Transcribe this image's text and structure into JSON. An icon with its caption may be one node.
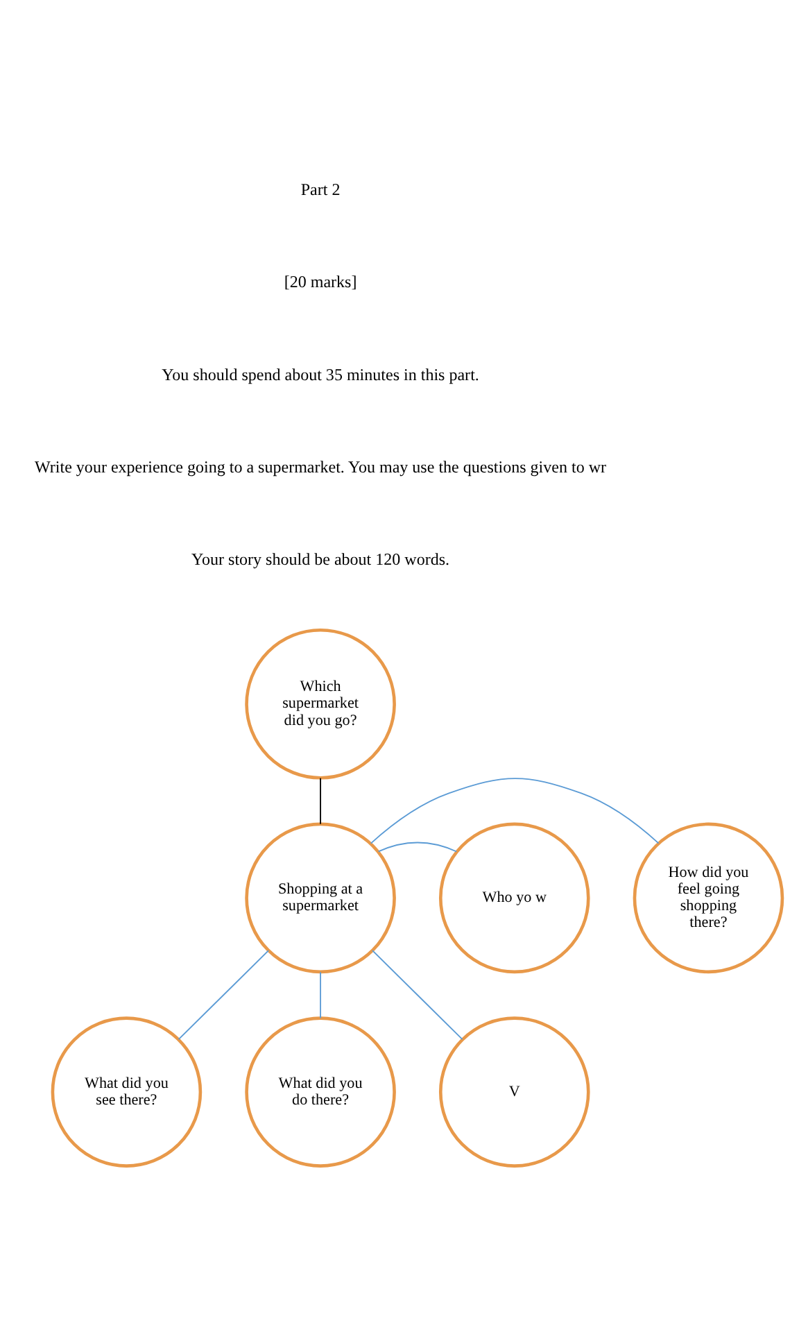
{
  "diagram": {
    "nodes": [
      {
        "text": [
          "Which supermarket did you go?"
        ]
      },
      {
        "text": [
          "How did you feel going shopping there?"
        ]
      },
      {
        "text": [
          "Who yo w"
        ]
      },
      {
        "text": [
          "Shopping at a supermarket"
        ]
      },
      {
        "text": [
          "What did you see there?"
        ]
      },
      {
        "text": [
          "V"
        ]
      },
      {
        "text": [
          "What did you do there?"
        ]
      }
    ],
    "edges": [
      {
        "from": 0,
        "to": 3,
        "arrow": "none",
        "color": "#000000"
      },
      {
        "from": 3,
        "to": 1,
        "arrow": "none"
      },
      {
        "from": 3,
        "to": 2,
        "arrow": "none"
      },
      {
        "from": 3,
        "to": 4,
        "arrow": "none"
      },
      {
        "from": 3,
        "to": 5,
        "arrow": "none"
      },
      {
        "from": 3,
        "to": 6,
        "arrow": "none"
      }
    ],
    "labels": [
      "Part 2",
      "[20 marks]",
      "You should spend about 35 minutes in this part.",
      "Write your experience going to a supermarket. You may use the questions given to wr",
      "Your story should be about 120 words."
    ]
  }
}
